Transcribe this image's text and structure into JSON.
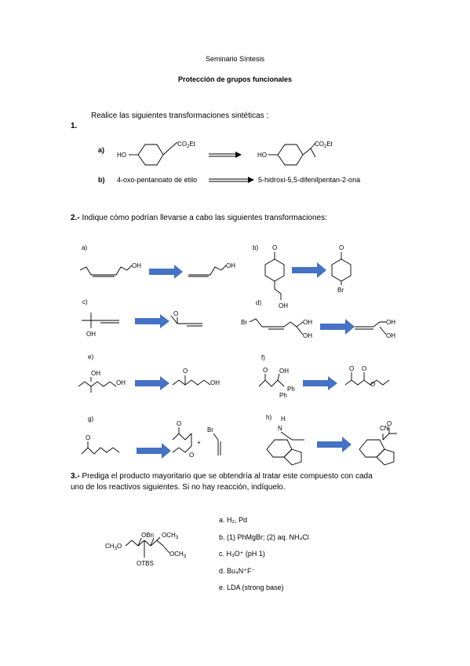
{
  "header": {
    "title": "Seminario Síntesis",
    "subtitle": "Protección de grupos funcionales"
  },
  "q1": {
    "number": "1.",
    "prompt": "Realice las siguientes transformaciones sintéticas :",
    "a_label": "a)",
    "a_left_ho": "HO",
    "a_left_co2et": "CO",
    "a_left_sub": "2",
    "a_left_et": "Et",
    "b_label": "b)",
    "b_start": "4-oxo-pentanoato de etilo",
    "b_end": "5-hidroxi-5,5-difenilpentan-2-ona"
  },
  "q2": {
    "number": "2.-",
    "prompt": " Indique cómo podrían llevarse a cabo las siguientes transformaciones:",
    "labels": [
      "a)",
      "b)",
      "c)",
      "d)",
      "e)",
      "f)",
      "g)",
      "h)"
    ],
    "atoms": {
      "oh": "OH",
      "o": "O",
      "br": "Br",
      "ph": "Ph",
      "h": "H",
      "n": "N",
      "cn": "CN",
      "plus": "+"
    }
  },
  "q3": {
    "number": "3.-",
    "prompt_line1": " Prediga el producto mayoritario que se obtendría al tratar este compuesto con cada",
    "prompt_line2": "uno de los reactivos siguientes. Si no hay reacción, indíquelo.",
    "reagents": [
      "a. H₂, Pd",
      "b. (1) PhMgBr; (2) aq. NH₄Cl",
      "c. H₃O⁺ (pH 1)",
      "d. Bu₄N⁺F⁻",
      "e. LDA (strong base)"
    ],
    "compound": {
      "obn": "OBn",
      "och3_top": "OCH",
      "och3_right": "OCH",
      "sub3": "3",
      "ch3o": "CH",
      "ch3o_sub": "3",
      "ch3o_o": "O",
      "otbs": "OTBS"
    }
  }
}
